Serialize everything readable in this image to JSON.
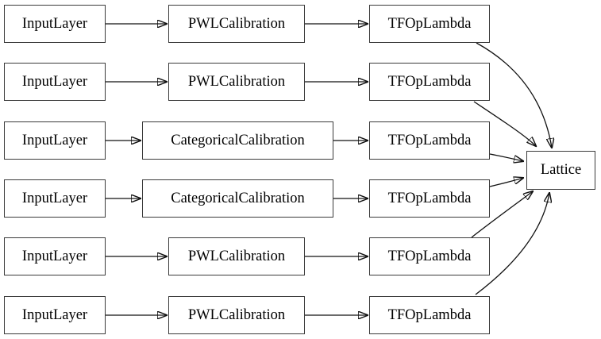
{
  "diagram_type": "model-graph",
  "rows": [
    {
      "input": "InputLayer",
      "calibrator": "PWLCalibration",
      "op": "TFOpLambda"
    },
    {
      "input": "InputLayer",
      "calibrator": "PWLCalibration",
      "op": "TFOpLambda"
    },
    {
      "input": "InputLayer",
      "calibrator": "CategoricalCalibration",
      "op": "TFOpLambda"
    },
    {
      "input": "InputLayer",
      "calibrator": "CategoricalCalibration",
      "op": "TFOpLambda"
    },
    {
      "input": "InputLayer",
      "calibrator": "PWLCalibration",
      "op": "TFOpLambda"
    },
    {
      "input": "InputLayer",
      "calibrator": "PWLCalibration",
      "op": "TFOpLambda"
    }
  ],
  "output_node": {
    "label": "Lattice"
  },
  "edges": [
    {
      "from": "InputLayer-1",
      "to": "PWLCalibration-1"
    },
    {
      "from": "InputLayer-2",
      "to": "PWLCalibration-2"
    },
    {
      "from": "InputLayer-3",
      "to": "CategoricalCalibration-1"
    },
    {
      "from": "InputLayer-4",
      "to": "CategoricalCalibration-2"
    },
    {
      "from": "InputLayer-5",
      "to": "PWLCalibration-3"
    },
    {
      "from": "InputLayer-6",
      "to": "PWLCalibration-4"
    },
    {
      "from": "PWLCalibration-1",
      "to": "TFOpLambda-1"
    },
    {
      "from": "PWLCalibration-2",
      "to": "TFOpLambda-2"
    },
    {
      "from": "CategoricalCalibration-1",
      "to": "TFOpLambda-3"
    },
    {
      "from": "CategoricalCalibration-2",
      "to": "TFOpLambda-4"
    },
    {
      "from": "PWLCalibration-3",
      "to": "TFOpLambda-5"
    },
    {
      "from": "PWLCalibration-4",
      "to": "TFOpLambda-6"
    },
    {
      "from": "TFOpLambda-1",
      "to": "Lattice"
    },
    {
      "from": "TFOpLambda-2",
      "to": "Lattice"
    },
    {
      "from": "TFOpLambda-3",
      "to": "Lattice"
    },
    {
      "from": "TFOpLambda-4",
      "to": "Lattice"
    },
    {
      "from": "TFOpLambda-5",
      "to": "Lattice"
    },
    {
      "from": "TFOpLambda-6",
      "to": "Lattice"
    }
  ],
  "colors": {
    "background": "#ffffff",
    "node_border": "#3a3a3a",
    "edge": "#111111",
    "text": "#000000"
  }
}
